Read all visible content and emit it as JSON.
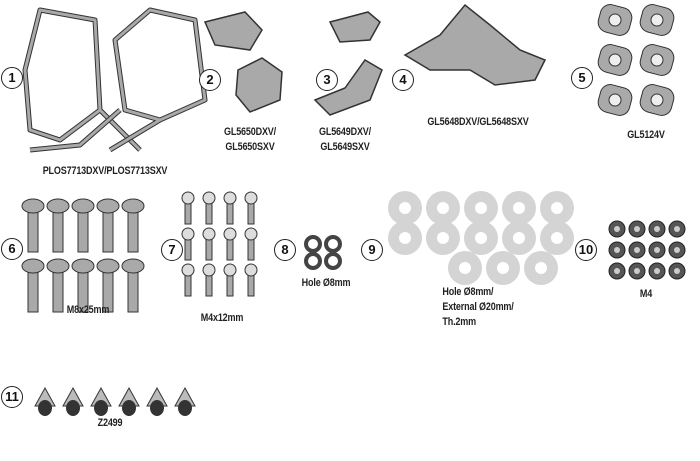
{
  "parts": [
    {
      "number": "1",
      "label": "PLOS7713DXV/PLOS7713SXV"
    },
    {
      "number": "2",
      "label": "GL5650DXV/",
      "label2": "GL5650SXV"
    },
    {
      "number": "3",
      "label": "GL5649DXV/",
      "label2": "GL5649SXV"
    },
    {
      "number": "4",
      "label": "GL5648DXV/GL5648SXV"
    },
    {
      "number": "5",
      "label": "GL5124V"
    },
    {
      "number": "6",
      "label": "M8x25mm"
    },
    {
      "number": "7",
      "label": "M4x12mm"
    },
    {
      "number": "8",
      "label": "Hole Ø8mm"
    },
    {
      "number": "9",
      "label": "Hole Ø8mm/",
      "label2": "External Ø20mm/",
      "label3": "Th.2mm"
    },
    {
      "number": "10",
      "label": "M4"
    },
    {
      "number": "11",
      "label": "Z2499"
    }
  ],
  "colors": {
    "part_fill": "#a9a9a9",
    "washer_fill": "#d4d4d4",
    "outline": "#333333"
  }
}
